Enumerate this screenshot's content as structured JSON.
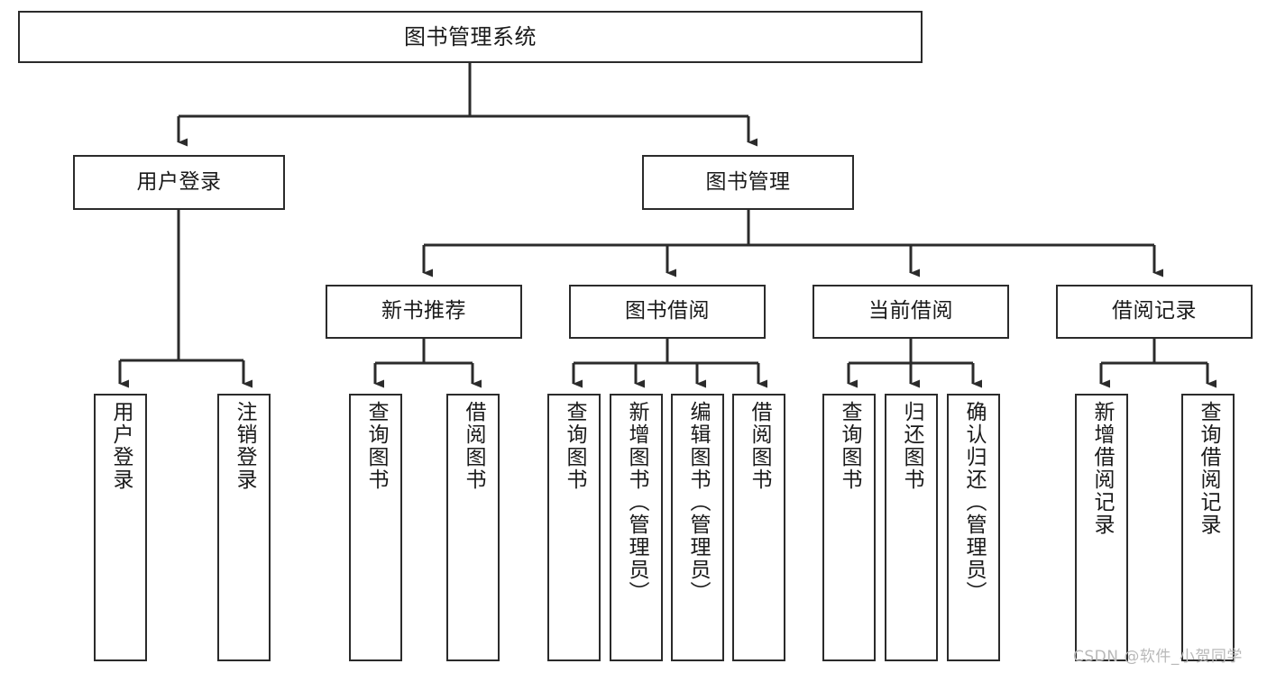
{
  "diagram": {
    "title": "图书管理系统",
    "type": "tree-hierarchy",
    "root": {
      "label": "图书管理系统"
    },
    "level1": [
      {
        "label": "用户登录"
      },
      {
        "label": "图书管理"
      }
    ],
    "level2": [
      {
        "label": "新书推荐"
      },
      {
        "label": "图书借阅"
      },
      {
        "label": "当前借阅"
      },
      {
        "label": "借阅记录"
      }
    ],
    "leaves": {
      "user_login": [
        {
          "label": "用户登录"
        },
        {
          "label": "注销登录"
        }
      ],
      "new_book_recommend": [
        {
          "label": "查询图书"
        },
        {
          "label": "借阅图书"
        }
      ],
      "book_borrow": [
        {
          "label": "查询图书"
        },
        {
          "label": "新增图书（管理员）"
        },
        {
          "label": "编辑图书（管理员）"
        },
        {
          "label": "借阅图书"
        }
      ],
      "current_borrow": [
        {
          "label": "查询图书"
        },
        {
          "label": "归还图书"
        },
        {
          "label": "确认归还（管理员）"
        }
      ],
      "borrow_record": [
        {
          "label": "新增借阅记录"
        },
        {
          "label": "查询借阅记录"
        }
      ]
    }
  },
  "watermark": {
    "text": "CSDN @软件_小贺同学"
  },
  "colors": {
    "box_border": "#2b2b2b",
    "box_fill": "#ffffff",
    "text": "#1a1a1a",
    "connector": "#2b2b2b",
    "watermark": "#b9b9b9",
    "background": "#ffffff"
  }
}
